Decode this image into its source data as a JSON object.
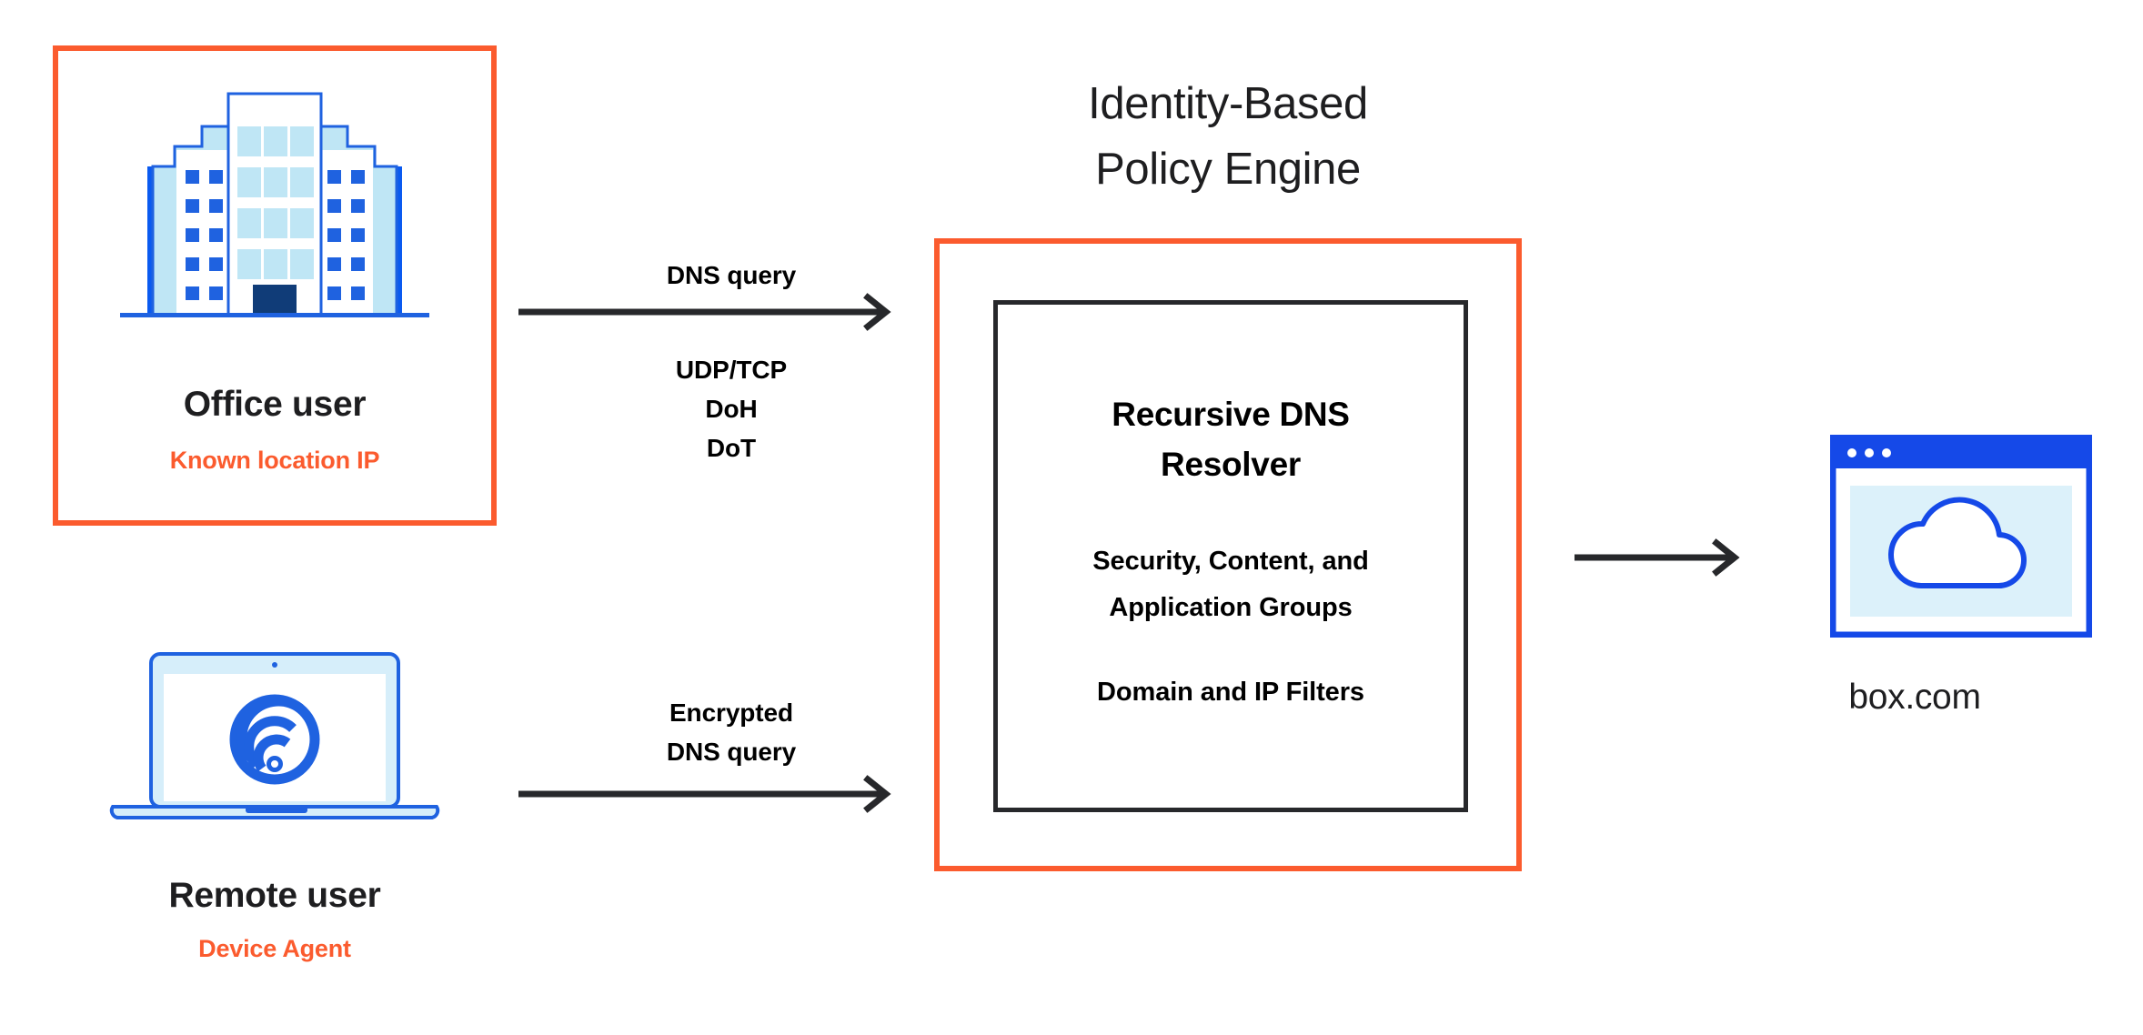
{
  "colors": {
    "orange": "#FB5B2E",
    "blue_primary": "#1F62E0",
    "blue_bright": "#0A5AF0",
    "blue_light": "#BFE6F5",
    "blue_pale": "#D6EEFA",
    "navy": "#103C78",
    "text_dark": "#1E1E20",
    "text_black": "#000000",
    "arrow": "#27282B"
  },
  "office": {
    "title": "Office user",
    "subtitle": "Known location IP",
    "icon": "office-building-icon"
  },
  "remote": {
    "title": "Remote user",
    "subtitle": "Device Agent",
    "icon": "laptop-wifi-icon"
  },
  "flows": {
    "top_label": "DNS query",
    "top_protocols": "UDP/TCP\nDoH\nDoT",
    "bottom_label": "Encrypted\nDNS query",
    "arrow_icon": "arrow-right-icon"
  },
  "engine": {
    "title": "Identity-Based\nPolicy Engine",
    "resolver_heading": "Recursive DNS\nResolver",
    "resolver_line1": "Security, Content, and\nApplication Groups",
    "resolver_line2": "Domain and IP Filters"
  },
  "destination": {
    "title": "box.com",
    "icon": "browser-cloud-icon"
  }
}
